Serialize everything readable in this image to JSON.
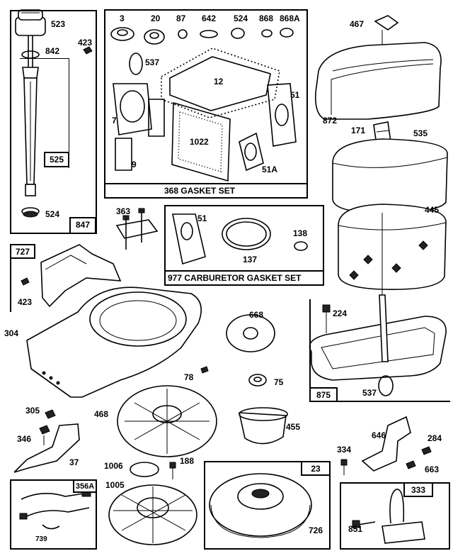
{
  "kits": {
    "gasket_set": "368 GASKET SET",
    "carb_gasket_set": "977 CARBURETOR GASKET SET"
  },
  "box_tags": {
    "t847": "847",
    "t525": "525",
    "t727": "727",
    "t875": "875",
    "t23": "23",
    "t333": "333",
    "t356A": "356A"
  },
  "parts": {
    "p523": "523",
    "p842": "842",
    "p423a": "423",
    "p524a": "524",
    "p3": "3",
    "p20": "20",
    "p87": "87",
    "p642": "642",
    "p524b": "524",
    "p868": "868",
    "p868A": "868A",
    "p537a": "537",
    "p12": "12",
    "p7": "7",
    "p51a": "51",
    "p1022": "1022",
    "p9": "9",
    "p51A": "51A",
    "p467": "467",
    "p872": "872",
    "p171": "171",
    "p535": "535",
    "p445": "445",
    "p363": "363",
    "p51b": "51",
    "p138": "138",
    "p137": "137",
    "p423b": "423",
    "p304": "304",
    "p668": "668",
    "p224": "224",
    "p78": "78",
    "p75": "75",
    "p537b": "537",
    "p305": "305",
    "p346": "346",
    "p468": "468",
    "p455": "455",
    "p646": "646",
    "p284": "284",
    "p334": "334",
    "p663": "663",
    "p37": "37",
    "p1006": "1006",
    "p188": "188",
    "p1005": "1005",
    "p726": "726",
    "p851": "851",
    "p739": "739"
  }
}
